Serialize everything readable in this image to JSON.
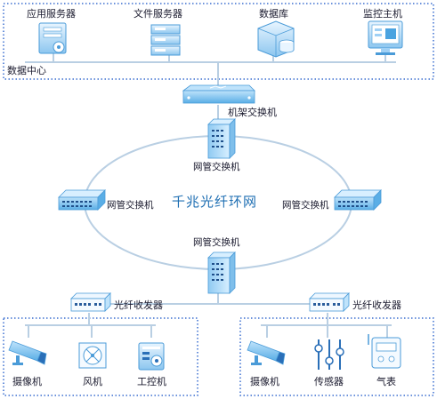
{
  "datacenter": {
    "label": "数据中心",
    "servers": [
      {
        "label": "应用服务器",
        "icon": "app-server-icon"
      },
      {
        "label": "文件服务器",
        "icon": "file-server-icon"
      },
      {
        "label": "数据库",
        "icon": "database-icon"
      },
      {
        "label": "监控主机",
        "icon": "monitor-host-icon"
      }
    ]
  },
  "rack_switch": {
    "label": "机架交换机",
    "icon": "rack-switch-icon"
  },
  "ring": {
    "title": "千兆光纤环网",
    "switches": [
      {
        "label": "网管交换机",
        "icon": "managed-switch-icon"
      },
      {
        "label": "网管交换机",
        "icon": "managed-switch-icon"
      },
      {
        "label": "网管交换机",
        "icon": "managed-switch-icon"
      },
      {
        "label": "网管交换机",
        "icon": "managed-switch-icon"
      }
    ]
  },
  "transceivers": [
    {
      "label": "光纤收发器",
      "icon": "fiber-transceiver-icon"
    },
    {
      "label": "光纤收发器",
      "icon": "fiber-transceiver-icon"
    }
  ],
  "left_group": [
    {
      "label": "摄像机",
      "icon": "camera-icon"
    },
    {
      "label": "风机",
      "icon": "fan-icon"
    },
    {
      "label": "工控机",
      "icon": "industrial-pc-icon"
    }
  ],
  "right_group": [
    {
      "label": "摄像机",
      "icon": "camera-icon"
    },
    {
      "label": "传感器",
      "icon": "sensor-icon"
    },
    {
      "label": "气表",
      "icon": "gas-meter-icon"
    }
  ],
  "colors": {
    "line": "#b9cfe3",
    "dotted_border": "#3b6fd0",
    "device_light": "#dcefff",
    "device_mid": "#9fd0f5",
    "device_dark": "#4aa3e0",
    "title": "#1f6fb3"
  }
}
